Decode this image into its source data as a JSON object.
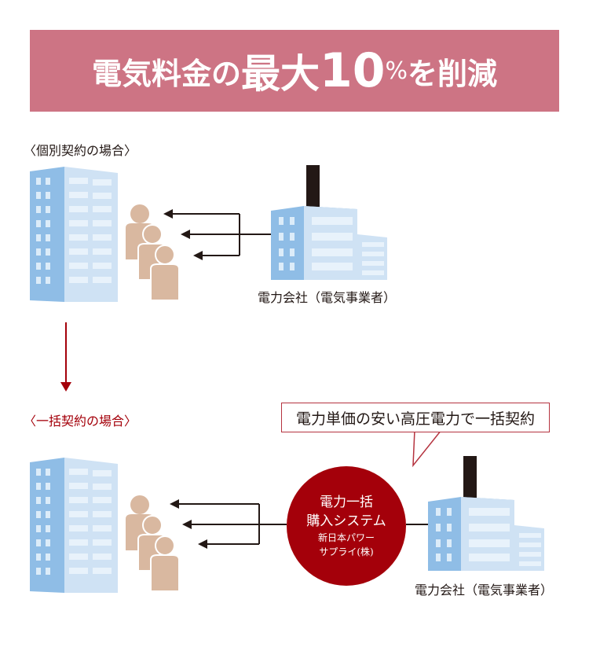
{
  "banner": {
    "part1": "電気料金の",
    "part2": "最大",
    "part3": "10",
    "part4": "%",
    "part5": "を削減"
  },
  "individual": {
    "heading": "〈個別契約の場合〉",
    "supplier_label": "電力会社（電気事業者）"
  },
  "bulk": {
    "heading": "〈一括契約の場合〉",
    "supplier_label": "電力会社（電気事業者）",
    "callout": "電力単価の安い高圧電力で一括契約",
    "system": {
      "line1": "電力一括",
      "line2": "購入システム",
      "line3": "新日本パワー",
      "line4": "サプライ(株)"
    }
  },
  "colors": {
    "banner": "#cd7484",
    "accent": "#a4000a",
    "building_front": "#8fbde6",
    "building_side": "#cfe2f4",
    "person": "#d9b8a0",
    "chimney": "#231815"
  }
}
